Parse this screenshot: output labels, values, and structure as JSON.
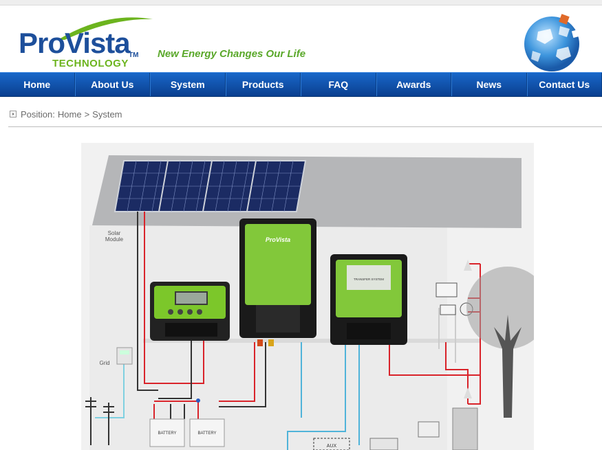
{
  "brand": {
    "logo_main": "ProVista",
    "logo_tm": "TM",
    "logo_sub": "TECHNOLOGY",
    "slogan": "New Energy Changes Our Life",
    "colors": {
      "blue": "#1d4f9b",
      "green": "#6cb41e",
      "nav": "#0e4fa8"
    }
  },
  "nav": {
    "items": [
      "Home",
      "About Us",
      "System",
      "Products",
      "FAQ",
      "Awards",
      "News",
      "Contact Us"
    ]
  },
  "breadcrumb": {
    "prefix": "Position:",
    "home": "Home",
    "separator": ">",
    "current": "System"
  },
  "diagram": {
    "solar_module_label_1": "Solar",
    "solar_module_label_2": "Module",
    "grid_label": "Grid",
    "battery_label": "BATTERY",
    "aux_label": "AUX",
    "inverter_logo": "ProVista",
    "transfer_label": "TRANSFER SYSTEM"
  }
}
